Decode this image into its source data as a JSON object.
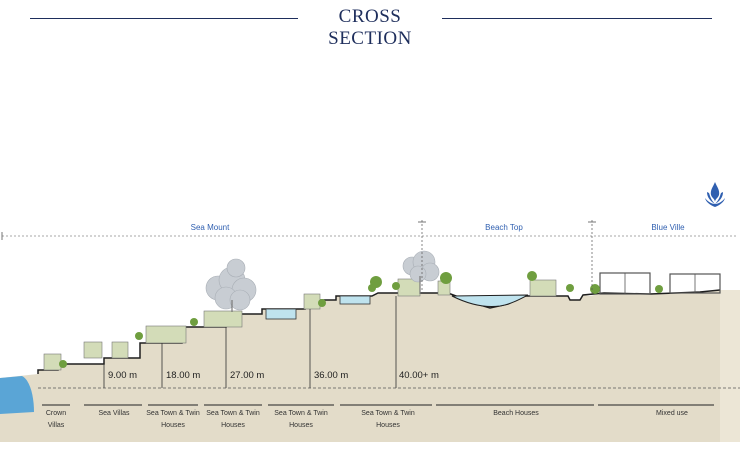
{
  "title": "CROSS SECTION",
  "zones": [
    {
      "id": "sea-mount",
      "label": "Sea Mount"
    },
    {
      "id": "beach-top",
      "label": "Beach Top"
    },
    {
      "id": "blue-ville",
      "label": "Blue Ville"
    }
  ],
  "heights": [
    "9.00 m",
    "18.00 m",
    "27.00 m",
    "36.00 m",
    "40.00+ m"
  ],
  "unit_types": [
    {
      "line1": "Crown",
      "line2": "Villas"
    },
    {
      "line1": "Sea Villas",
      "line2": ""
    },
    {
      "line1": "Sea Town & Twin",
      "line2": "Houses"
    },
    {
      "line1": "Sea Town & Twin",
      "line2": "Houses"
    },
    {
      "line1": "Sea Town & Twin",
      "line2": "Houses"
    },
    {
      "line1": "Sea Town & Twin",
      "line2": "Houses"
    },
    {
      "line1": "Beach Houses",
      "line2": ""
    },
    {
      "line1": "Mixed use",
      "line2": ""
    }
  ],
  "colors": {
    "title": "#1e2e5c",
    "zone_label": "#2f5fb0",
    "ground": "#e3dcc9",
    "sea": "#5aa5d6",
    "pool": "#bfe3ee",
    "house": "#d3dcb8",
    "tree": "#6f9e3f",
    "big_tree": "#c8cdd3"
  },
  "logo_icon": "wave-crest-logo-icon"
}
